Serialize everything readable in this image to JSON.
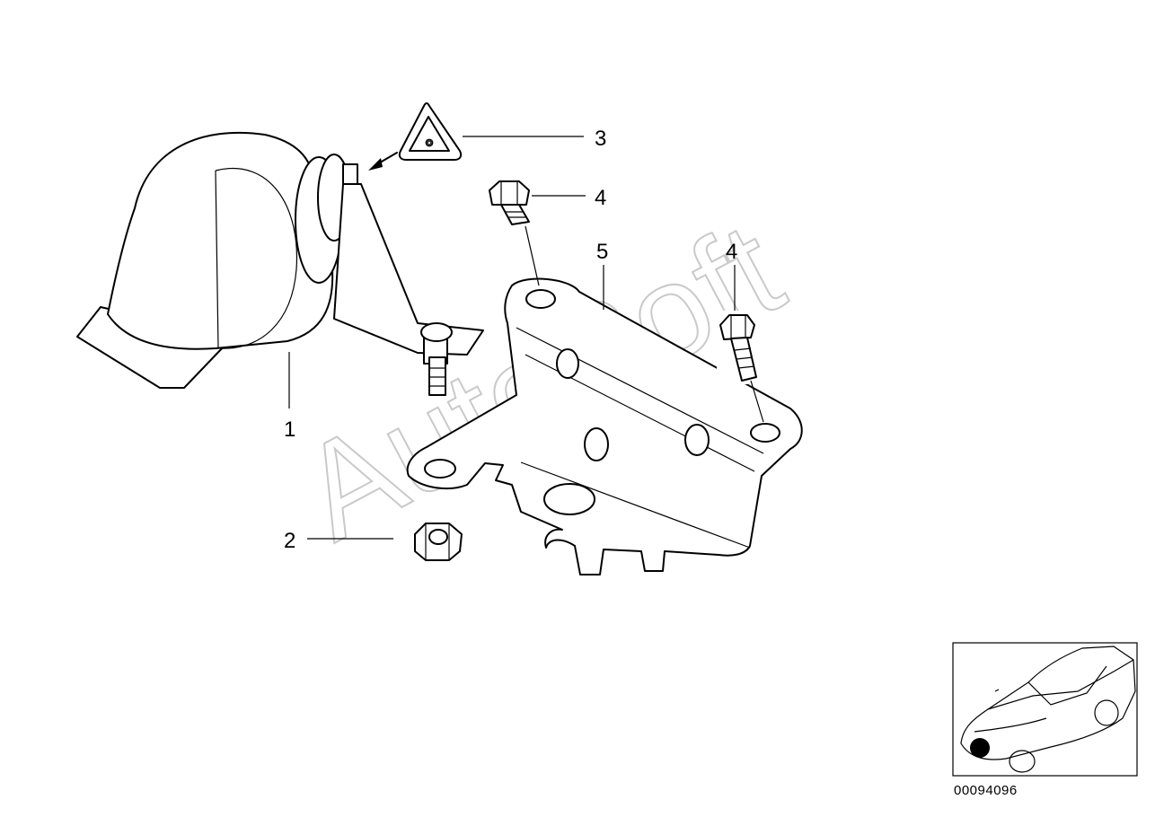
{
  "watermark": "AutoSoft",
  "callouts": [
    {
      "id": "horn",
      "label": "1"
    },
    {
      "id": "nut",
      "label": "2"
    },
    {
      "id": "warning-label",
      "label": "3"
    },
    {
      "id": "bolt-top",
      "label": "4"
    },
    {
      "id": "bolt-right",
      "label": "4"
    },
    {
      "id": "bracket",
      "label": "5"
    }
  ],
  "part_number": "00094096",
  "icons": {
    "warning": "warning-triangle-icon",
    "thumbnail": "car-location-thumbnail"
  },
  "colors": {
    "line": "#000000",
    "watermark": "#c9c9c9",
    "location_dot": "#000000"
  }
}
